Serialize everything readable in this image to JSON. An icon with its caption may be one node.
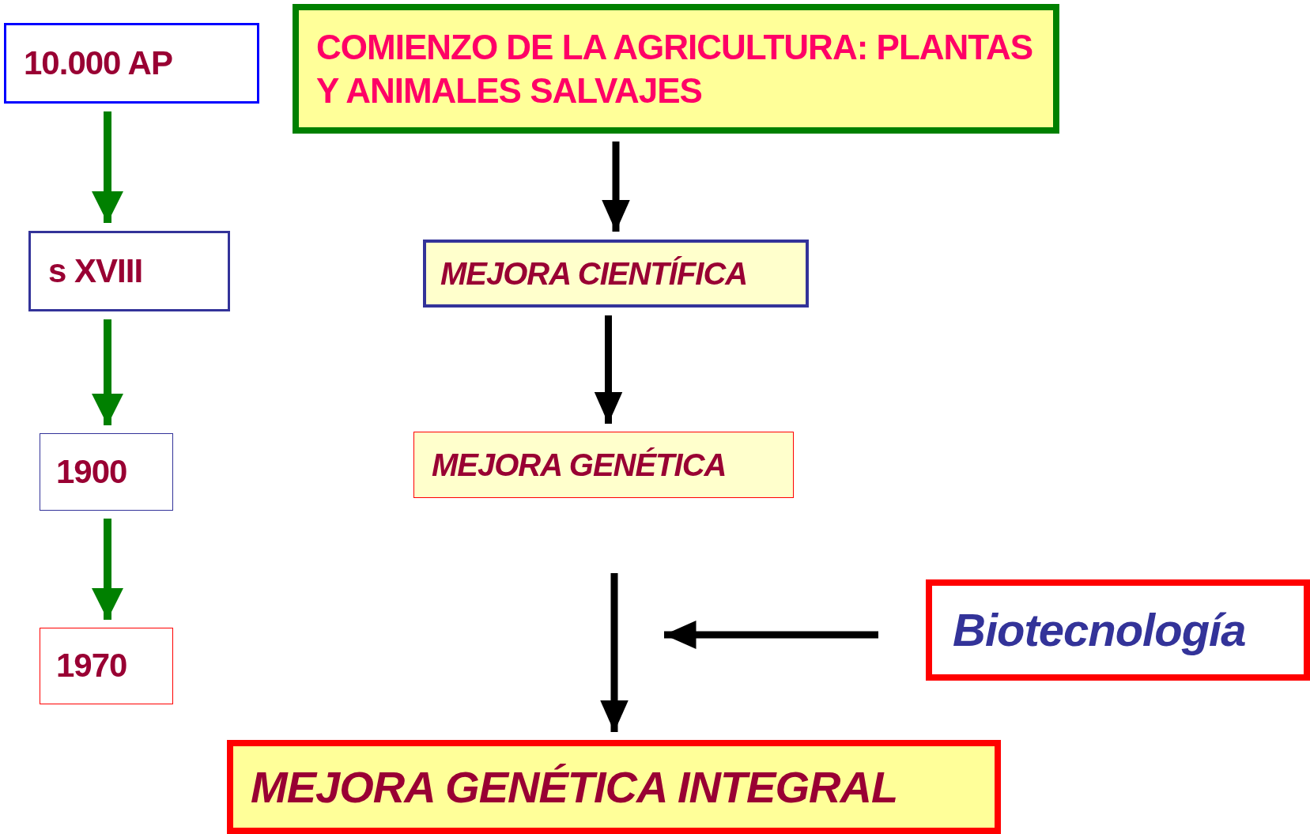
{
  "diagram": {
    "nodes": [
      {
        "text": [
          "10.000 AP"
        ]
      },
      {
        "text": [
          "COMIENZO DE LA AGRICULTURA: PLANTAS Y ANIMALES SALVAJES"
        ]
      },
      {
        "text": [
          "s XVIII"
        ]
      },
      {
        "text": [
          "MEJORA CIENTÍFICA"
        ]
      },
      {
        "text": [
          "1900"
        ]
      },
      {
        "text": [
          "MEJORA GENÉTICA"
        ]
      },
      {
        "text": [
          "1970"
        ]
      },
      {
        "text": [
          "Biotecnología"
        ]
      },
      {
        "text": [
          "MEJORA GENÉTICA INTEGRAL"
        ]
      }
    ],
    "edges": [
      {
        "from": 0,
        "to": 2,
        "arrow": "to",
        "color": "#008000"
      },
      {
        "from": 2,
        "to": 4,
        "arrow": "to",
        "color": "#008000"
      },
      {
        "from": 4,
        "to": 6,
        "arrow": "to",
        "color": "#008000"
      },
      {
        "from": 1,
        "to": 3,
        "arrow": "to"
      },
      {
        "from": 3,
        "to": 5,
        "arrow": "to"
      },
      {
        "from": 5,
        "to": 8,
        "arrow": "to"
      },
      {
        "from": 7,
        "to": null,
        "arrow": "to"
      }
    ]
  }
}
